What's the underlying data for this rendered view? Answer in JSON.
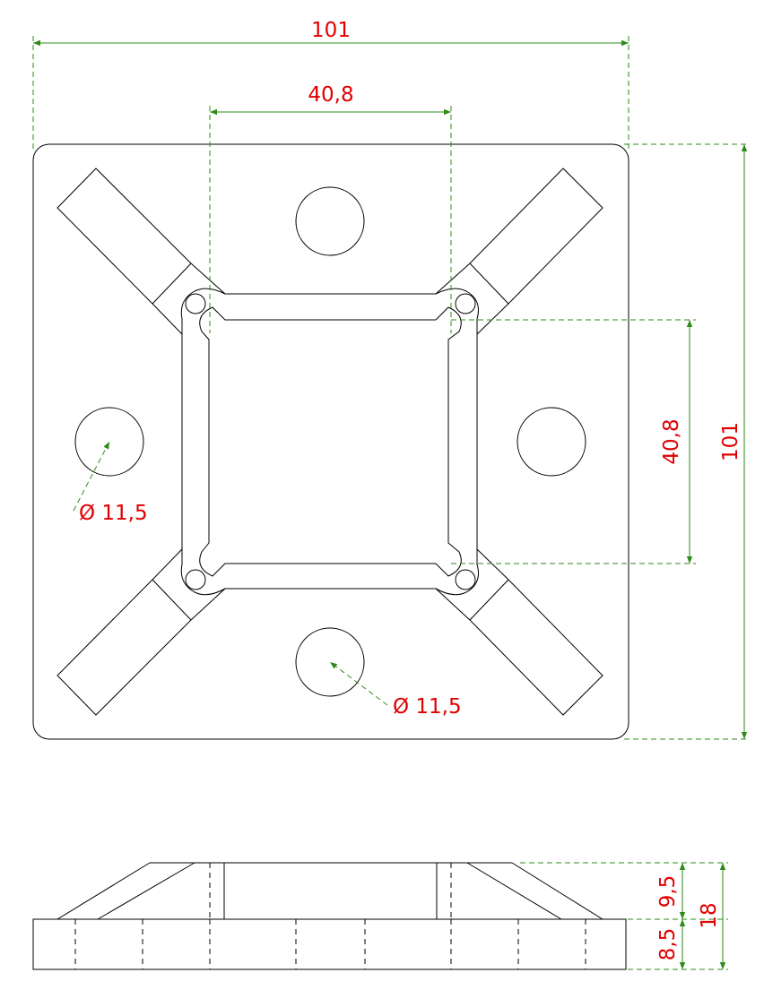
{
  "drawing": {
    "top_view": {
      "overall_width": "101",
      "overall_height": "101",
      "inner_width": "40,8",
      "inner_height": "40,8",
      "hole_dia_left": "Ø 11,5",
      "hole_dia_bottom": "Ø 11,5"
    },
    "side_view": {
      "upper_height": "9,5",
      "lower_height": "8,5",
      "total_height": "18"
    },
    "colors": {
      "outline": "#000000",
      "dimension_lines": "#2e8b1a",
      "dimension_text": "#e00000"
    }
  }
}
